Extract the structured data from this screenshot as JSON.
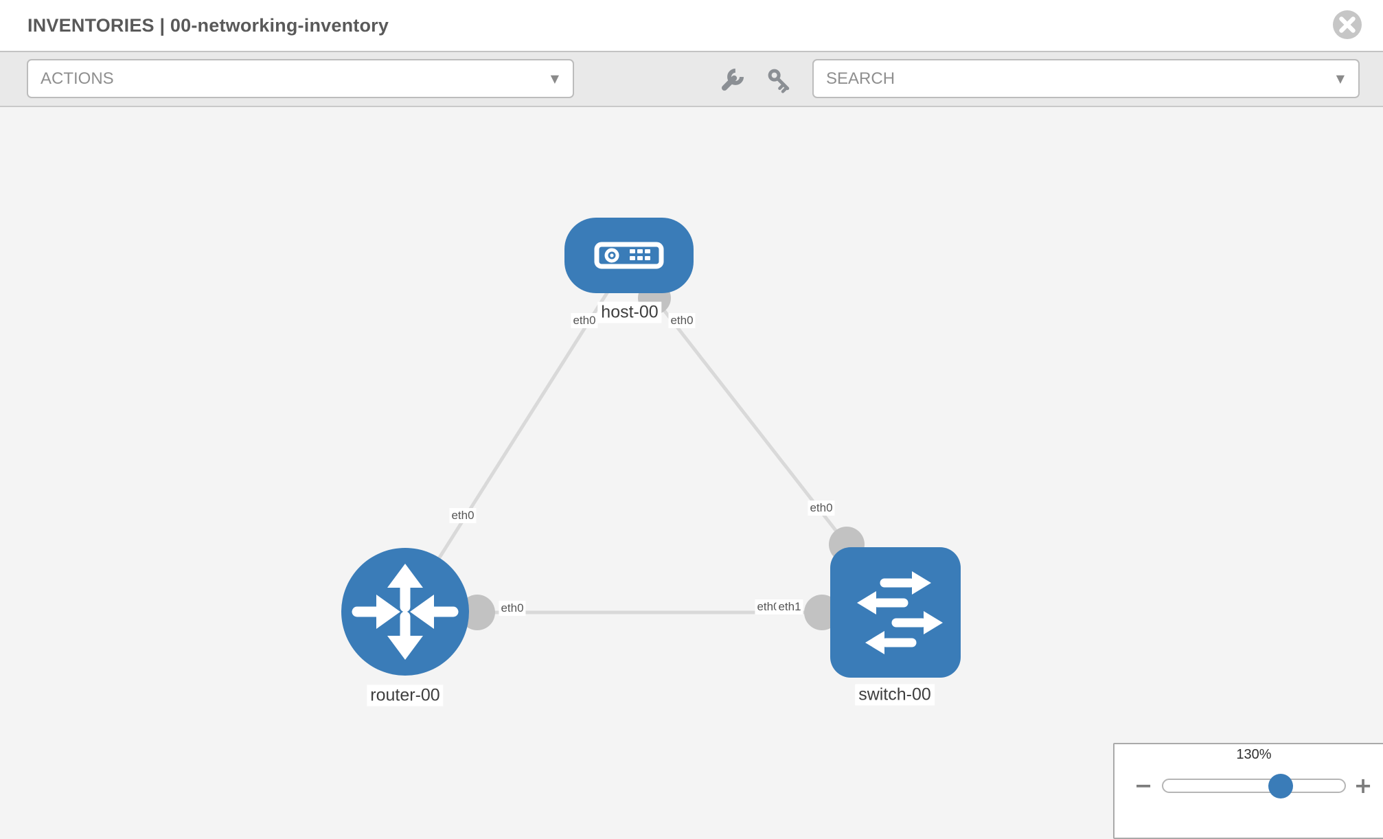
{
  "header": {
    "section": "INVENTORIES",
    "separator": "|",
    "inventory_name": "00-networking-inventory"
  },
  "toolbar": {
    "actions_label": "ACTIONS",
    "search_placeholder": "SEARCH"
  },
  "icons": {
    "close": "circle-x",
    "wrench": "wrench",
    "key": "key",
    "caret": "▼",
    "zoom_out": "−",
    "zoom_in": "+"
  },
  "colors": {
    "node_blue": "#3a7cb8",
    "link_gray": "#d9d9d9",
    "connector_gray": "#c2c2c2",
    "canvas_bg": "#f4f4f4",
    "toolbar_bg": "#e9e9e9"
  },
  "zoom_control": {
    "level": "130%"
  },
  "topology": {
    "node_labels": {
      "host": "host-00",
      "router": "router-00",
      "switch": "switch-00"
    },
    "iface_labels": [
      "eth0",
      "eth0",
      "eth0",
      "eth0",
      "eth0",
      "eth0",
      "eth1"
    ],
    "nodes": [
      {
        "name": "host-00",
        "type": "host"
      },
      {
        "name": "router-00",
        "type": "router"
      },
      {
        "name": "switch-00",
        "type": "switch"
      }
    ],
    "links": [
      {
        "from": "router-00",
        "from_interface": "eth0",
        "to": "host-00",
        "to_interface": "eth0"
      },
      {
        "from": "host-00",
        "from_interface": "eth0",
        "to": "switch-00",
        "to_interface": "eth0"
      },
      {
        "from": "router-00",
        "from_interface": "eth0",
        "to": "switch-00",
        "to_interface": "eth1"
      }
    ]
  }
}
